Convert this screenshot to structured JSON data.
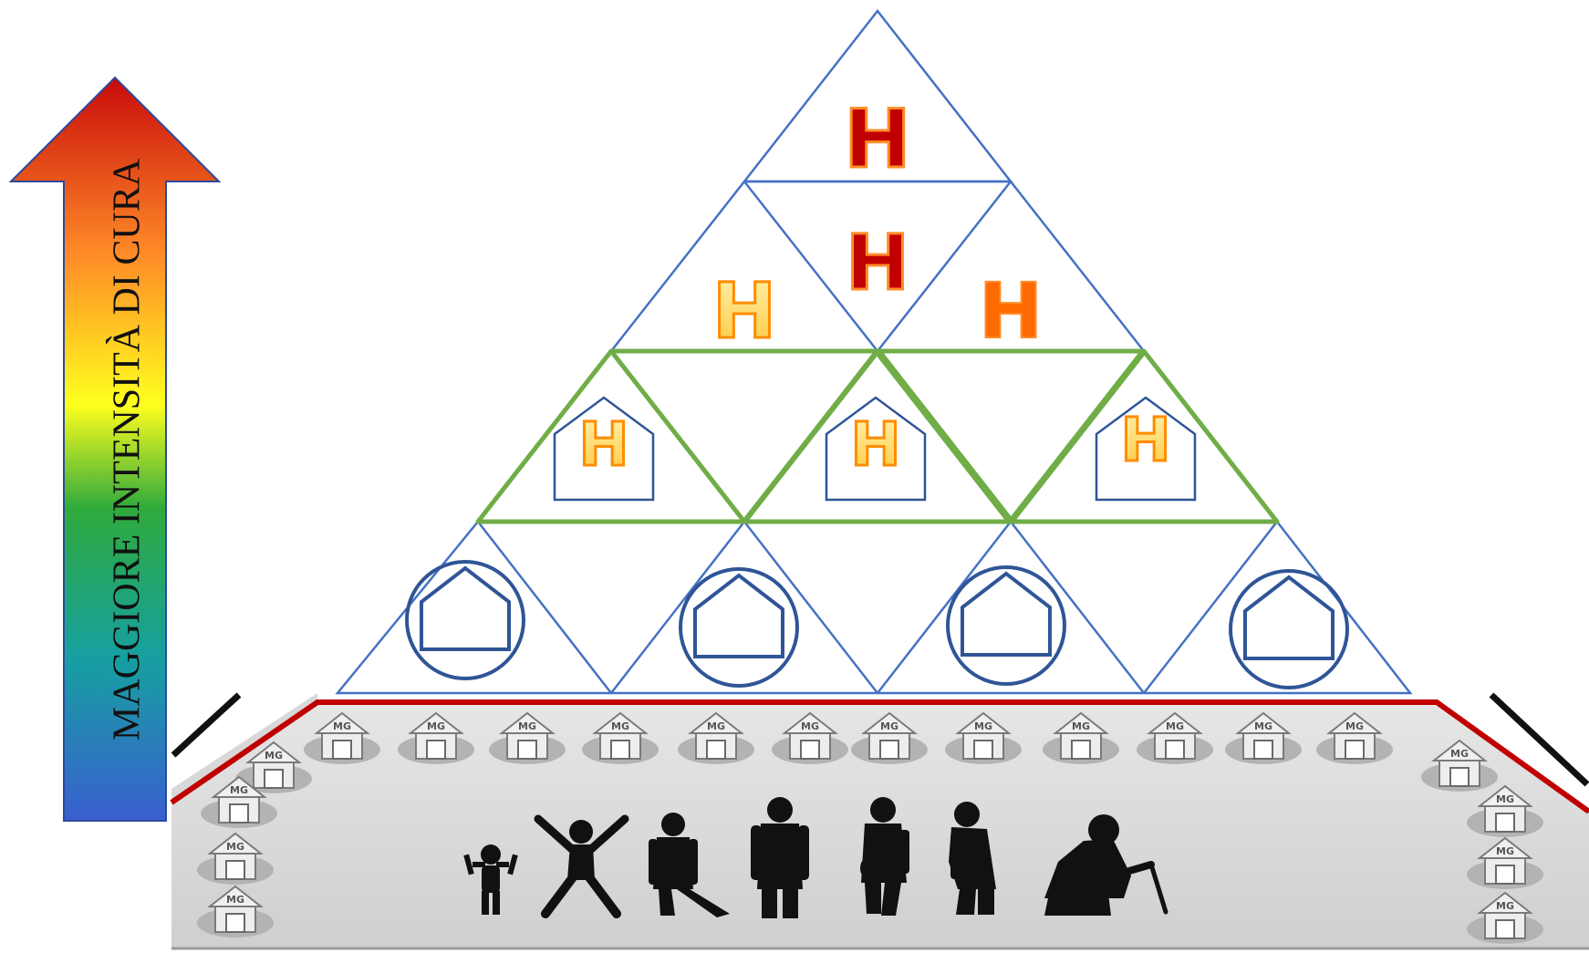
{
  "intensity_arrow": {
    "label": "MAGGIORE INTENSITÀ DI CURA",
    "gradient_colors": [
      "#3a5fd0",
      "#16a0a0",
      "#2faa3c",
      "#ffff1e",
      "#ff8c28",
      "#c80a0a"
    ]
  },
  "pyramid": {
    "outline_color": "#4472c4",
    "highlight_color": "#70ad47",
    "top_level": {
      "symbol": "H",
      "color": "#c00000"
    },
    "second_level": [
      {
        "symbol": "H",
        "color": "#ffd966"
      },
      {
        "symbol": "H",
        "color": "#c00000"
      },
      {
        "symbol": "H",
        "color": "#ff6a00"
      }
    ],
    "third_level": [
      {
        "symbol": "H",
        "color": "#ffd966",
        "icon": "house-outline-icon"
      },
      {
        "symbol": "H",
        "color": "#ffd966",
        "icon": "house-outline-icon"
      },
      {
        "symbol": "H",
        "color": "#ffd966",
        "icon": "house-outline-icon"
      }
    ],
    "base_level": [
      {
        "icon": "house-in-circle-icon"
      },
      {
        "icon": "house-in-circle-icon"
      },
      {
        "icon": "house-in-circle-icon"
      },
      {
        "icon": "house-in-circle-icon"
      }
    ]
  },
  "territory": {
    "border_color": "#c00000",
    "house_label": "MG",
    "population": [
      {
        "icon": "child-silhouette-icon"
      },
      {
        "icon": "jumping-person-silhouette-icon"
      },
      {
        "icon": "teen-silhouette-icon"
      },
      {
        "icon": "adult-silhouette-icon"
      },
      {
        "icon": "walking-person-silhouette-icon"
      },
      {
        "icon": "senior-silhouette-icon"
      },
      {
        "icon": "elderly-with-cane-silhouette-icon"
      }
    ]
  }
}
